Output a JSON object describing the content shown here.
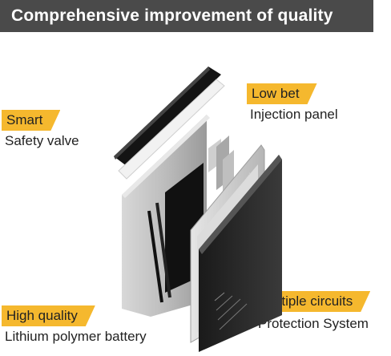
{
  "header": {
    "title": "Comprehensive improvement of quality"
  },
  "features": [
    {
      "badge": "Low bet",
      "description": "Injection panel"
    },
    {
      "badge": "Smart",
      "description": "Safety valve"
    },
    {
      "badge": "High quality",
      "description": "Lithium polymer battery"
    },
    {
      "badge": "Multiple circuits",
      "description": "Protection System"
    }
  ],
  "colors": {
    "header_bg": "#4a4a4a",
    "badge_bg": "#f5b82e",
    "text": "#222222"
  },
  "illustration": {
    "name": "exploded battery layers"
  }
}
